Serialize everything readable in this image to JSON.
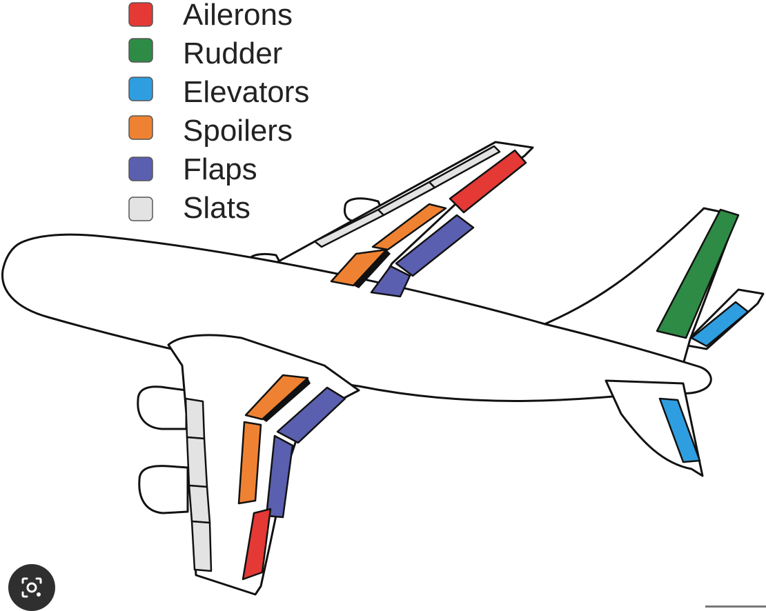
{
  "legend": [
    {
      "label": "Ailerons",
      "color": "#e53935"
    },
    {
      "label": "Rudder",
      "color": "#2e8b45"
    },
    {
      "label": "Elevators",
      "color": "#2f9ee0"
    },
    {
      "label": "Spoilers",
      "color": "#ef8232"
    },
    {
      "label": "Flaps",
      "color": "#5b5fb0"
    },
    {
      "label": "Slats",
      "color": "#e3e3e3"
    }
  ],
  "lens_icon": "camera-search-icon"
}
